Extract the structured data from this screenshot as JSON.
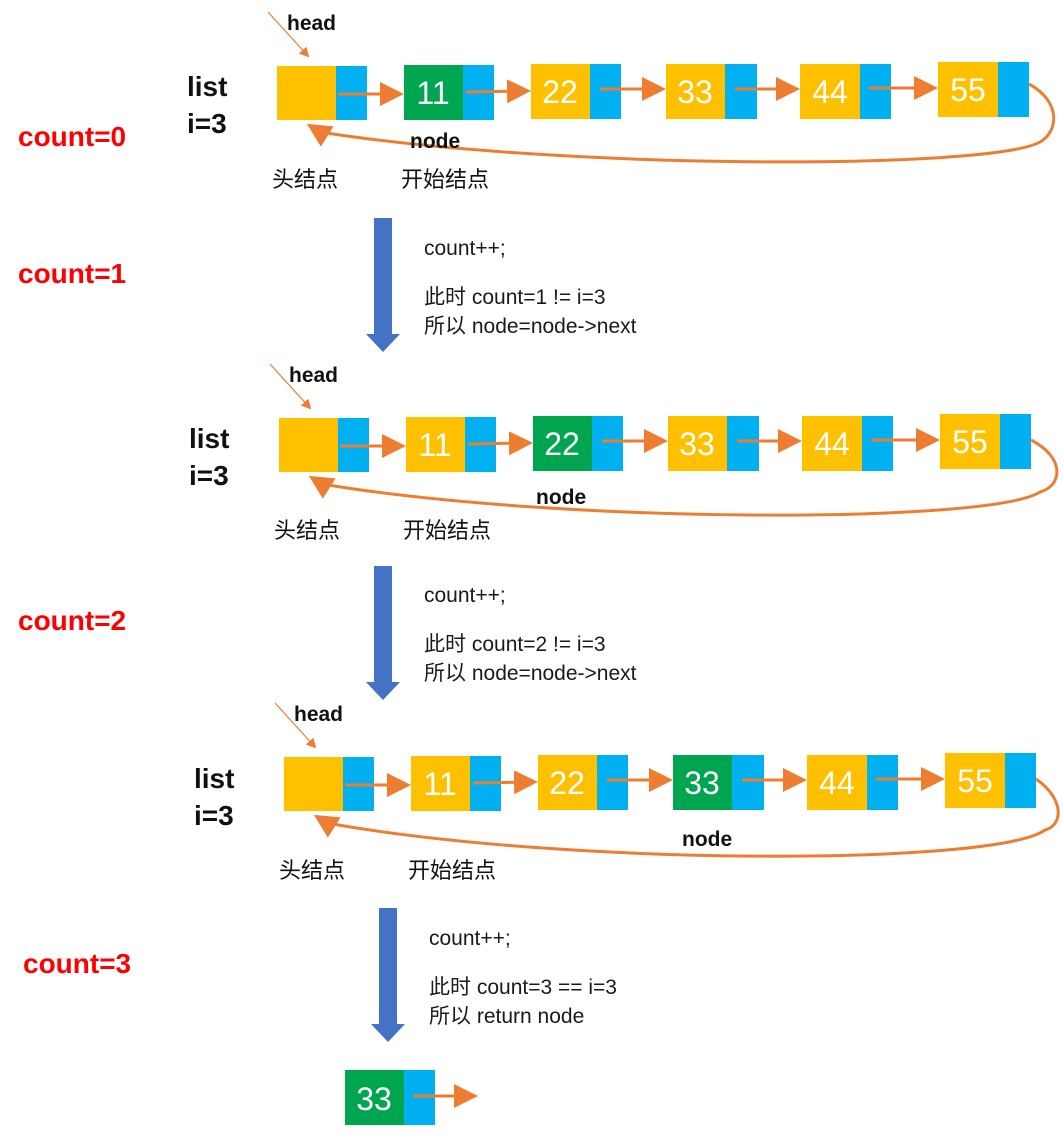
{
  "colors": {
    "data_cell_default": "#FFC000",
    "data_cell_current": "#00A550",
    "next_cell": "#00B0F0",
    "arrow": "#ED7D31",
    "down_arrow": "#4472C4",
    "count_text": "#FF0000"
  },
  "labels": {
    "head": "head",
    "list": "list",
    "node": "node",
    "head_node": "头结点",
    "start_node": "开始结点"
  },
  "list_values": [
    "11",
    "22",
    "33",
    "44",
    "55"
  ],
  "counts": [
    "count=0",
    "count=1",
    "count=2",
    "count=3"
  ],
  "rows": [
    {
      "i": "i=3",
      "current_index": 0
    },
    {
      "i": "i=3",
      "current_index": 1
    },
    {
      "i": "i=3",
      "current_index": 2
    }
  ],
  "steps": [
    {
      "line1": "count++;",
      "line2": "此时 count=1 != i=3",
      "line3": "所以 node=node->next"
    },
    {
      "line1": "count++;",
      "line2": "此时 count=2 != i=3",
      "line3": "所以 node=node->next"
    },
    {
      "line1": "count++;",
      "line2": "此时 count=3 == i=3",
      "line3": "所以 return node"
    }
  ],
  "result_node": {
    "value": "33"
  }
}
